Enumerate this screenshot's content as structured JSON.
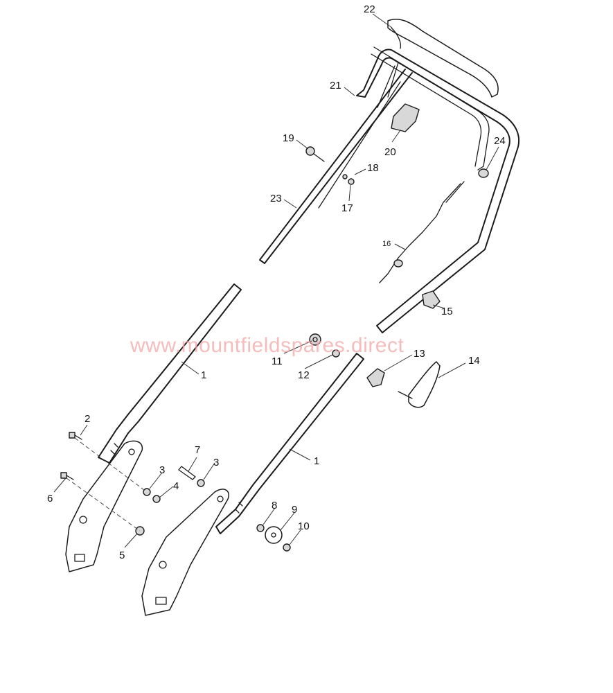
{
  "watermark": "www.mountfieldspares.direct",
  "callouts": {
    "c1a": "1",
    "c1b": "1",
    "c2": "2",
    "c3a": "3",
    "c3b": "3",
    "c4": "4",
    "c5": "5",
    "c6": "6",
    "c7": "7",
    "c8": "8",
    "c9": "9",
    "c10": "10",
    "c11": "11",
    "c12": "12",
    "c13": "13",
    "c14": "14",
    "c15": "15",
    "c16": "16",
    "c17": "17",
    "c18": "18",
    "c19": "19",
    "c20": "20",
    "c21": "21",
    "c22": "22",
    "c23": "23",
    "c24": "24"
  }
}
